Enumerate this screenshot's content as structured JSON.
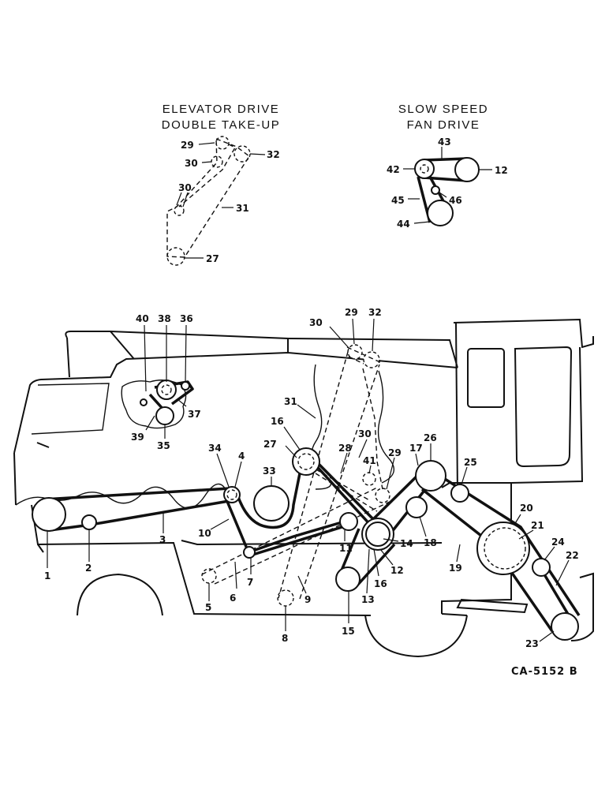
{
  "insets": {
    "elevator": {
      "title_line1": "ELEVATOR DRIVE",
      "title_line2": "DOUBLE TAKE-UP",
      "labels": [
        "29",
        "30",
        "32",
        "30",
        "31",
        "27"
      ]
    },
    "fan": {
      "title_line1": "SLOW SPEED",
      "title_line2": "FAN DRIVE",
      "labels": [
        "43",
        "42",
        "12",
        "45",
        "46",
        "44"
      ]
    }
  },
  "main": {
    "top_labels": [
      "40",
      "38",
      "36",
      "37",
      "39",
      "35",
      "30",
      "29",
      "32",
      "31",
      "16",
      "27",
      "30",
      "28",
      "41",
      "29",
      "17",
      "26",
      "25",
      "34",
      "4",
      "33"
    ],
    "lower_labels": [
      "1",
      "2",
      "3",
      "10",
      "7",
      "6",
      "5",
      "9",
      "8",
      "11",
      "14",
      "12",
      "16",
      "13",
      "15",
      "18",
      "19",
      "20",
      "21",
      "24",
      "22",
      "23"
    ]
  },
  "drawing_code": "CA-5152 B"
}
